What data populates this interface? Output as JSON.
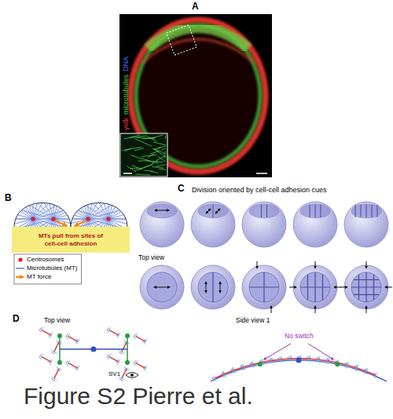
{
  "diagram": {
    "caption": "Figure S2 Pierre et al.",
    "nodes": [
      {
        "text": [
          "MTs pull from sites of cell-cell adhesion"
        ]
      }
    ],
    "labels": [
      "A",
      "yolk",
      "microtubules",
      "DNA",
      "B",
      "C",
      "Division oriented by cell-cell adhesion cues",
      "Top view",
      "D",
      "Top view",
      "Side view 1",
      "No switch",
      "SV1"
    ],
    "legend": [
      {
        "text": "Centrosomes"
      },
      {
        "text": "Microtubules (MT)"
      },
      {
        "text": "MT force"
      }
    ]
  }
}
